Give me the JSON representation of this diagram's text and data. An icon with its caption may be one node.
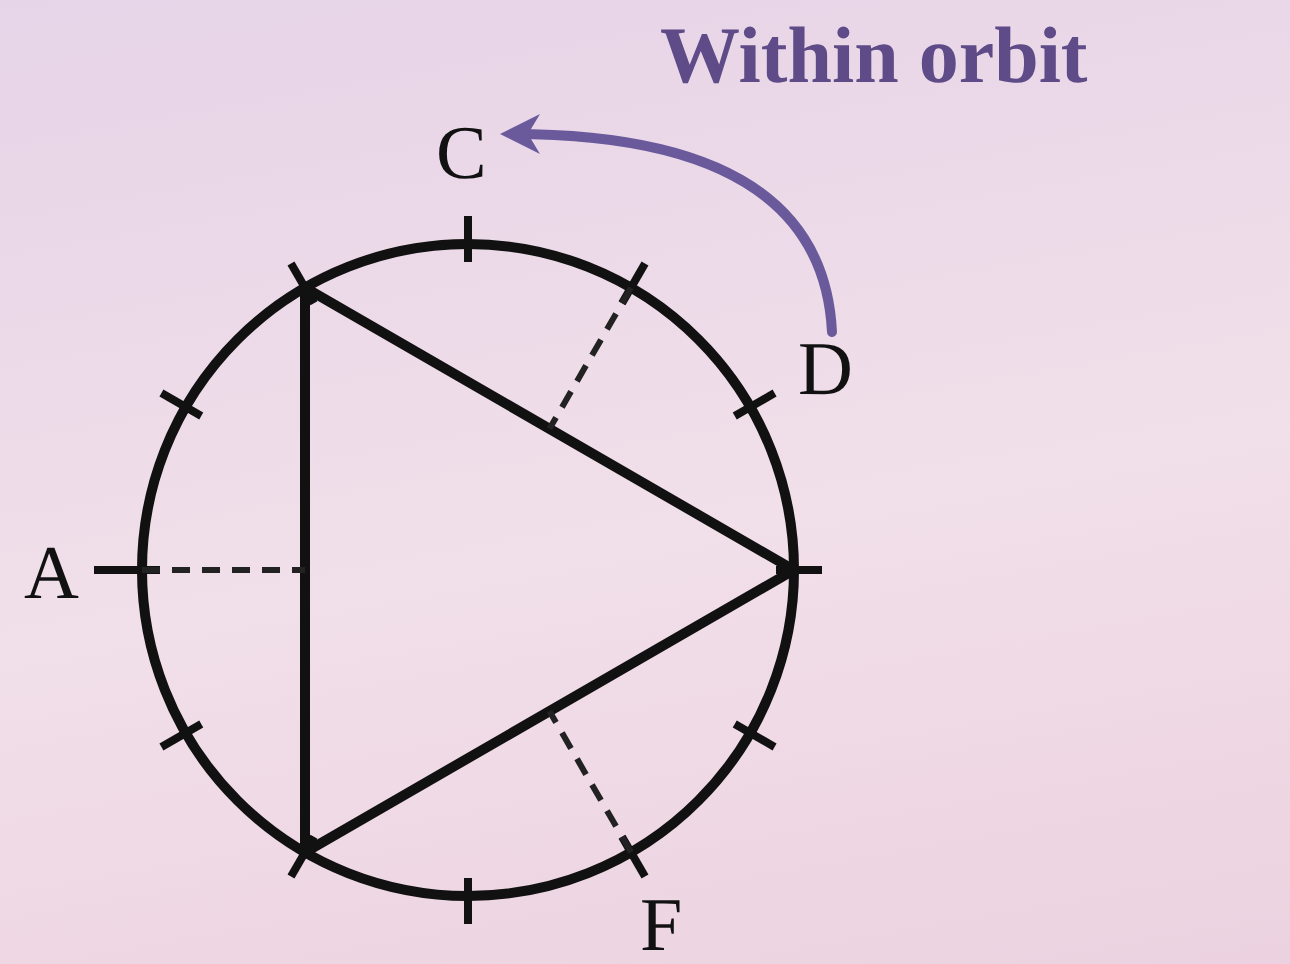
{
  "diagram": {
    "title": "Within orbit",
    "nodes": [
      {
        "text": [
          "C"
        ]
      },
      {
        "text": [
          "D"
        ]
      }
    ],
    "edges": [
      {
        "from": 1,
        "to": 0,
        "arrow": "to",
        "color": "#6a5a9c"
      }
    ],
    "labels": [
      "A",
      "F"
    ]
  }
}
